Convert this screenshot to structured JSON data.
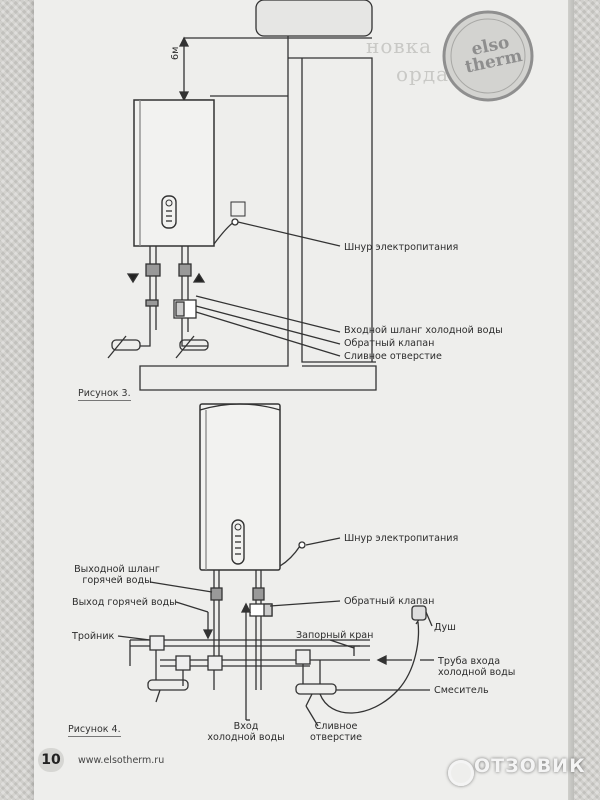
{
  "page": {
    "number": "10",
    "url": "www.elsotherm.ru",
    "brand": {
      "line1": "elso",
      "line2": "therm"
    },
    "faded_heading": {
      "line1": "новка",
      "line2": "орда"
    }
  },
  "figure3": {
    "caption": "Рисунок 3.",
    "height_label": "6м",
    "labels": {
      "power_cord": "Шнур электропитания",
      "inlet_hose": "Входной шланг холодной воды",
      "check_valve": "Обратный клапан",
      "drain": "Сливное отверстие"
    }
  },
  "figure4": {
    "caption": "Рисунок 4.",
    "labels": {
      "power_cord": "Шнур электропитания",
      "hot_hose_line1": "Выходной шланг",
      "hot_hose_line2": "горячей воды",
      "hot_outlet": "Выход горячей воды",
      "tee": "Тройник",
      "check_valve": "Обратный клапан",
      "shutoff": "Запорный кран",
      "shower": "Душ",
      "cold_pipe_line1": "Труба входа",
      "cold_pipe_line2": "холодной воды",
      "mixer": "Смеситель",
      "cold_in_line1": "Вход",
      "cold_in_line2": "холодной воды",
      "drain_line1": "Сливное",
      "drain_line2": "отверстие"
    }
  },
  "watermark": {
    "text": "ОТЗОВИК"
  }
}
